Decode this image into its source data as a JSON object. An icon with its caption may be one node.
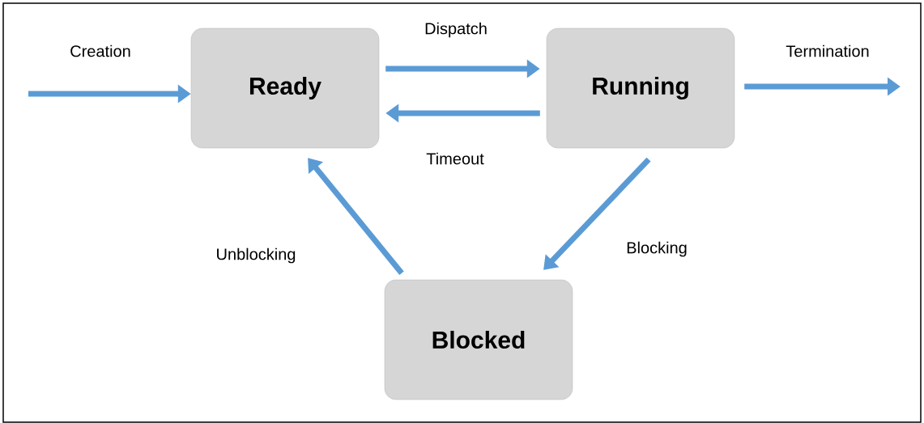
{
  "diagram": {
    "nodes": [
      {
        "text": [
          "Ready"
        ]
      },
      {
        "text": [
          "Running"
        ]
      },
      {
        "text": [
          "Blocked"
        ]
      }
    ],
    "edges": [
      {
        "from": null,
        "to": 0,
        "arrow": "to",
        "label": "Creation"
      },
      {
        "from": 0,
        "to": 1,
        "arrow": "to",
        "label": "Dispatch"
      },
      {
        "from": 1,
        "to": 0,
        "arrow": "to",
        "label": "Timeout"
      },
      {
        "from": 1,
        "to": null,
        "arrow": "to",
        "label": "Termination"
      },
      {
        "from": 1,
        "to": 2,
        "arrow": "to",
        "label": "Blocking"
      },
      {
        "from": 2,
        "to": 0,
        "arrow": "to",
        "label": "Unblocking"
      }
    ]
  }
}
